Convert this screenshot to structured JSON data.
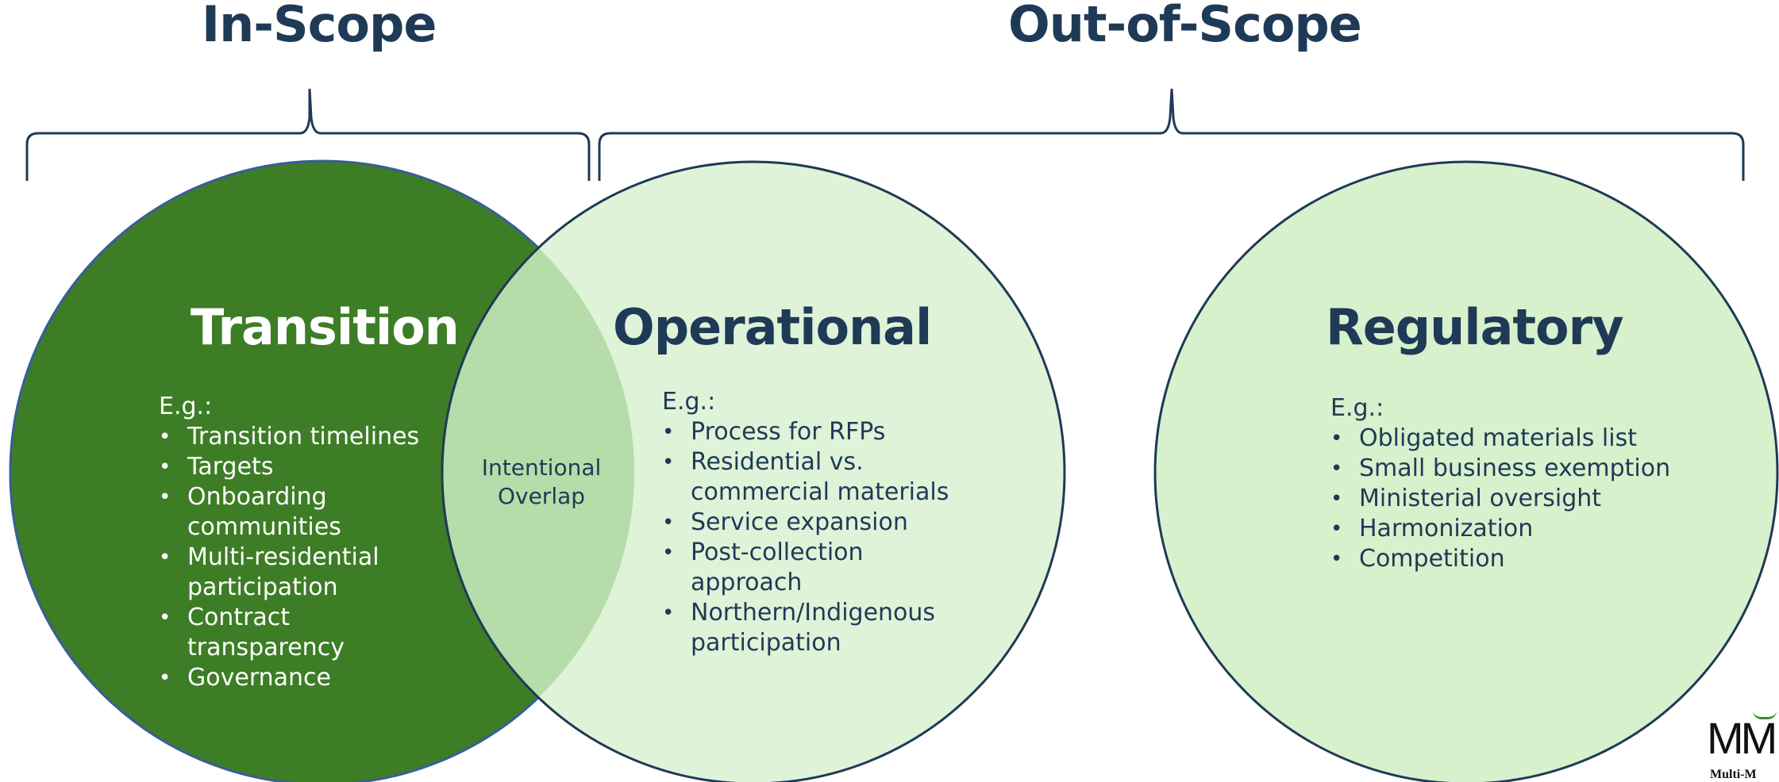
{
  "headings": {
    "in_scope": "In-Scope",
    "out_of_scope": "Out-of-Scope"
  },
  "circles": {
    "transition": {
      "title": "Transition",
      "intro": "E.g.:",
      "items": [
        "Transition timelines",
        "Targets",
        "Onboarding communities",
        "Multi-residential participation",
        "Contract transparency",
        "Governance"
      ]
    },
    "operational": {
      "title": "Operational",
      "intro": "E.g.:",
      "items": [
        "Process for RFPs",
        "Residential vs. commercial materials",
        "Service expansion",
        "Post-collection approach",
        "Northern/Indigenous participation"
      ]
    },
    "regulatory": {
      "title": "Regulatory",
      "intro": "E.g.:",
      "items": [
        "Obligated materials list",
        "Small business exemption",
        "Ministerial oversight",
        "Harmonization",
        "Competition"
      ]
    }
  },
  "overlap": {
    "line1": "Intentional",
    "line2": "Overlap"
  },
  "logo": {
    "mark": "MM",
    "subtitle": "Multi-M"
  },
  "colors": {
    "transition_fill": "#3d7d26",
    "operational_fill": "#def3d8",
    "overlap_fill": "#b6dca9",
    "regulatory_fill": "#d6f1cc",
    "outline": "#1f3a56",
    "text_dark": "#1f3a56",
    "text_light": "#ffffff"
  }
}
